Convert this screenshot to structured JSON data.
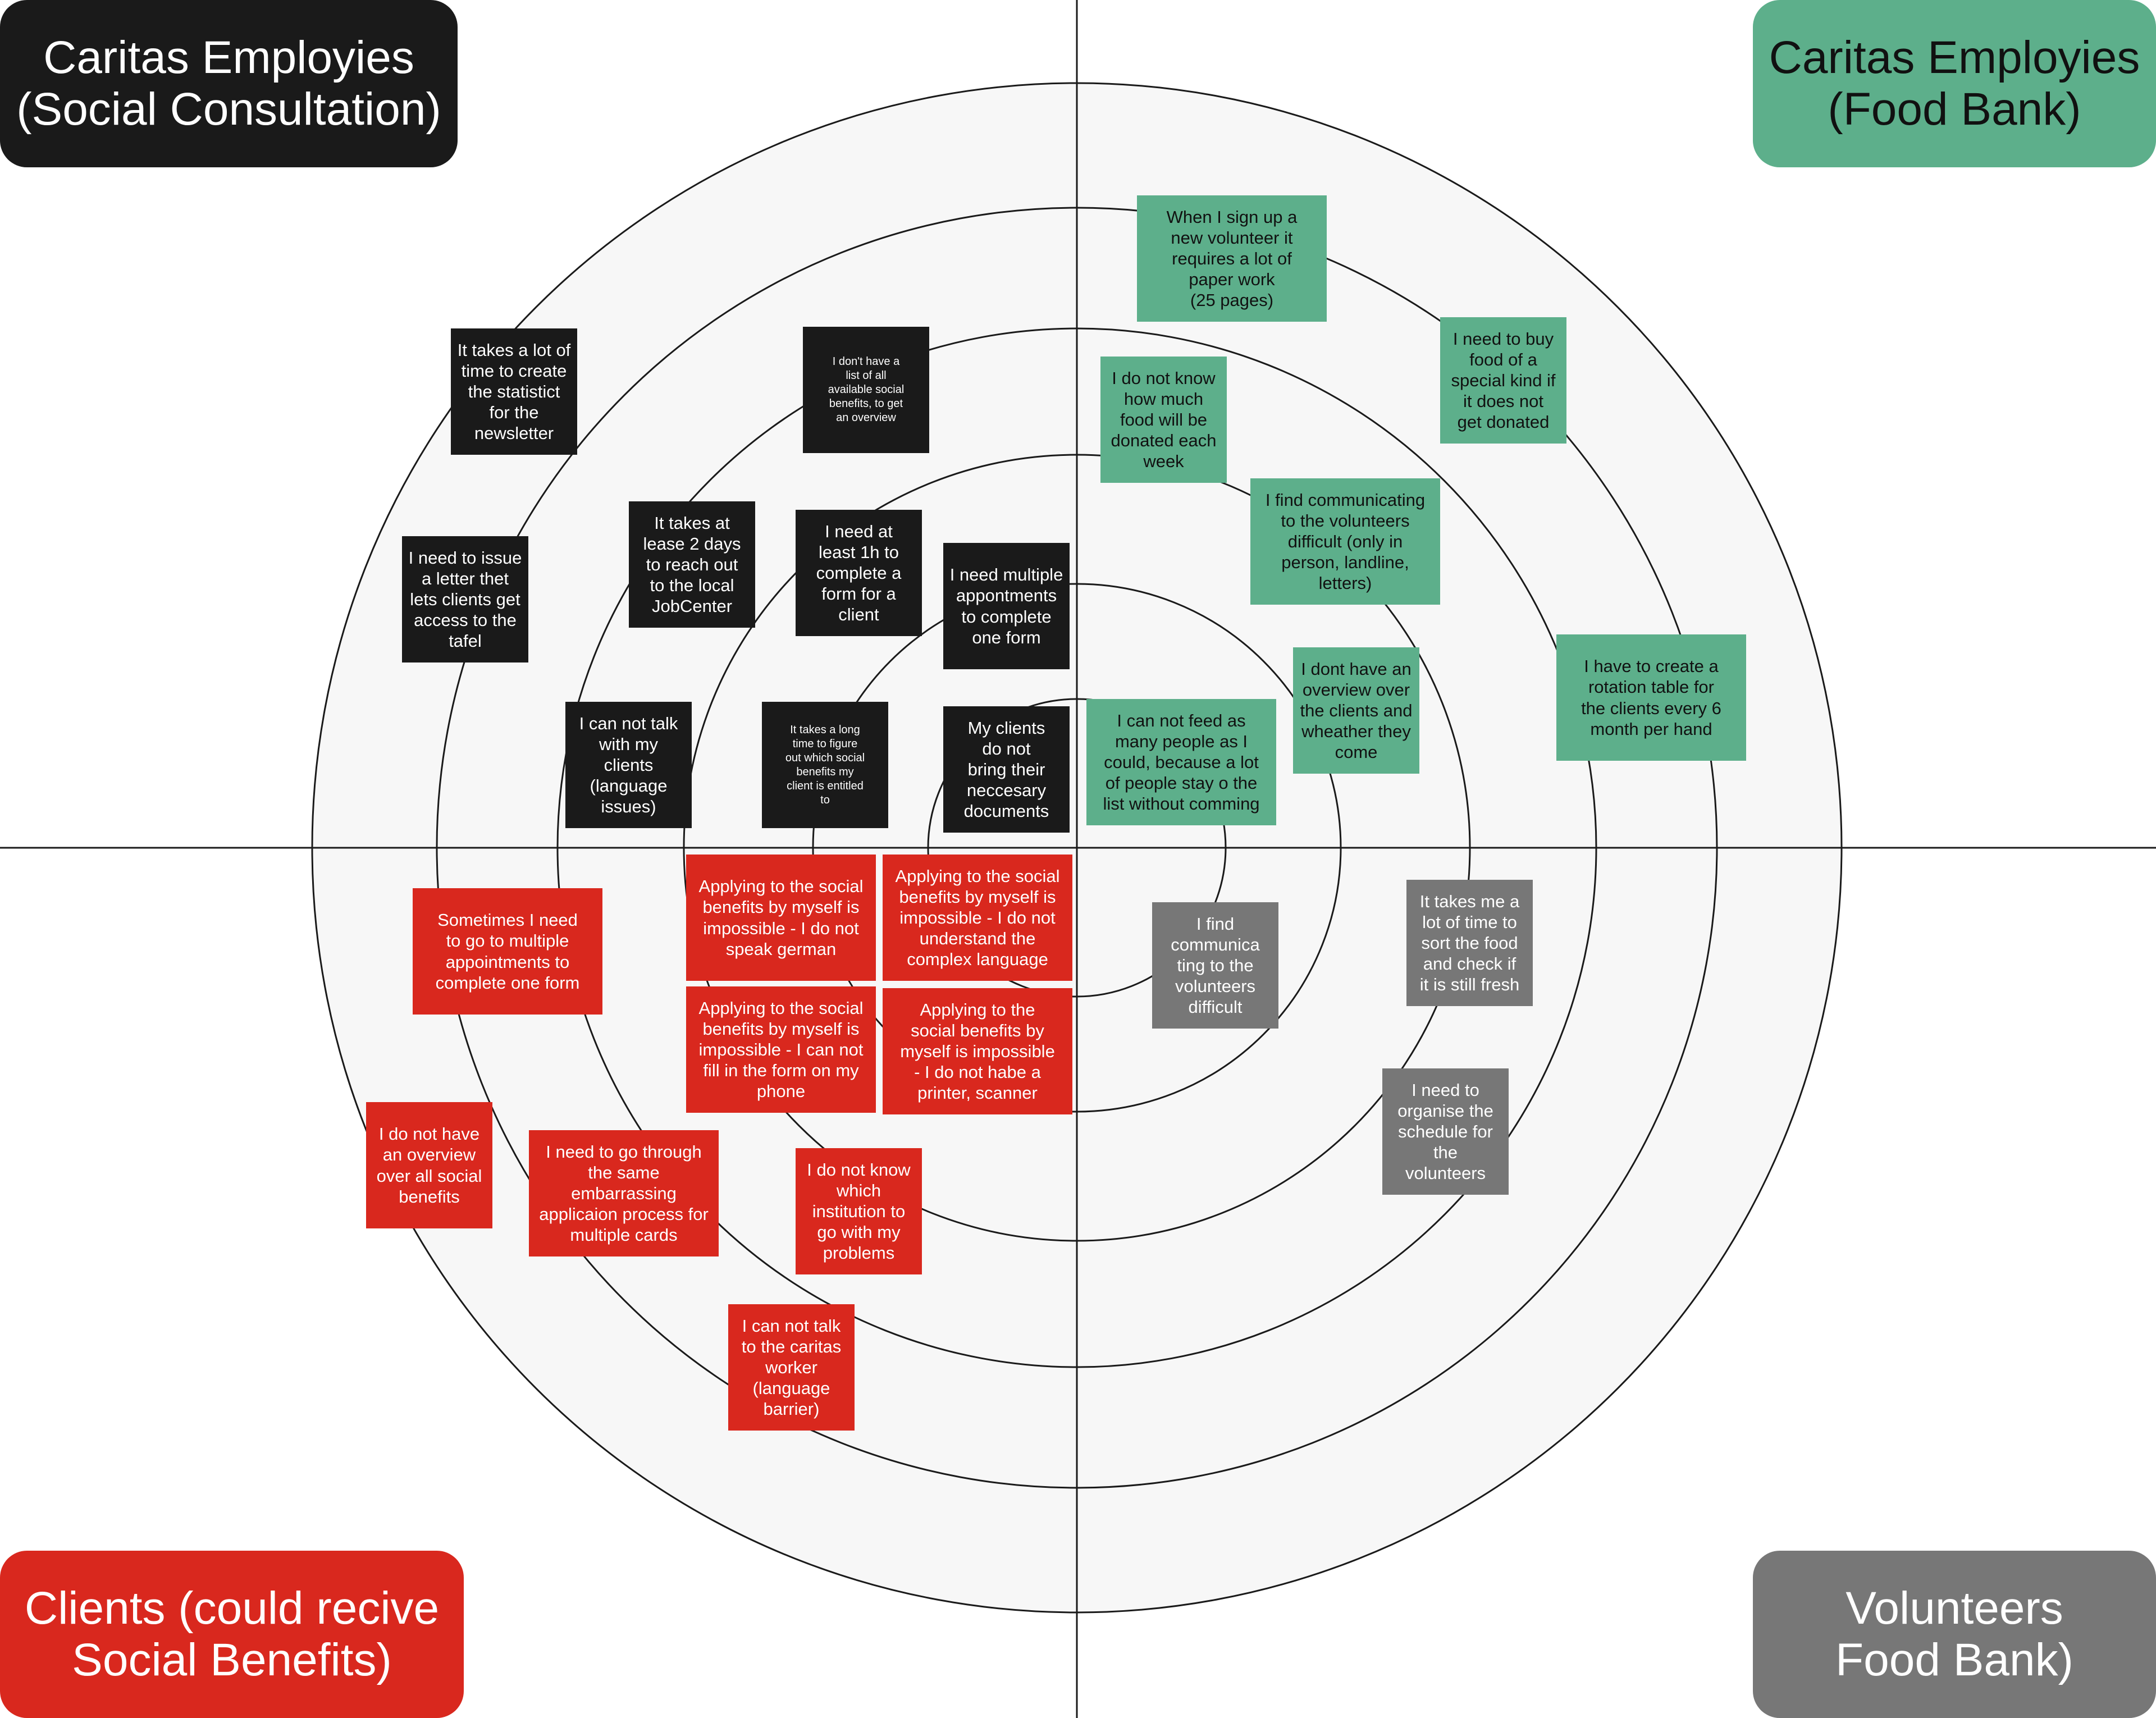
{
  "colors": {
    "black": "#1a1a1a",
    "green": "#5daf8b",
    "red": "#d9281e",
    "gray": "#777777",
    "circle_fill": "#f7f7f7",
    "line": "#1a1a1a"
  },
  "quadrants": {
    "top_left": "Caritas Employies\n(Social Consultation)",
    "top_right": "Caritas Employies\n(Food Bank)",
    "bottom_left": "Clients (could recive\nSocial Benefits)",
    "bottom_right": "Volunteers\nFood Bank)"
  },
  "notes": {
    "black": [
      "It takes a lot of\ntime to create\nthe statistict\nfor the\nnewsletter",
      "I don't have a\nlist of all\navailable social\nbenefits, to get\nan overview",
      "I need to issue\na letter thet\nlets clients get\naccess to the\ntafel",
      "It takes at\nlease 2 days\nto reach out\nto the local\nJobCenter",
      "I need at\nleast 1h to\ncomplete a\nform for a\nclient",
      "I need multiple\nappontments\nto complete\none form",
      "I can not talk\nwith my\nclients\n(language\nissues)",
      "It takes a long\ntime to figure\nout which social\nbenefits my\nclient is entitled\nto",
      "My clients\ndo not\nbring their\nneccesary\ndocuments"
    ],
    "green": [
      "When I sign up a\nnew volunteer it\nrequires a lot of\npaper work\n(25 pages)",
      "I need to buy\nfood of a\nspecial kind if\nit does not\nget donated",
      "I do not know\nhow much\nfood will be\ndonated each\nweek",
      "I find communicating\nto the volunteers\ndifficult (only in\nperson, landline,\nletters)",
      "I have to create a\nrotation table for\nthe clients every 6\nmonth per hand",
      "I dont have an\noverview over\nthe clients and\nwheather they\ncome",
      "I can not feed as\nmany people as I\ncould, because a lot\nof people stay o the\nlist without comming"
    ],
    "red": [
      "Applying to the social\nbenefits by myself is\nimpossible - I do not\nspeak german",
      "Applying to the social\nbenefits by myself is\nimpossible - I do not\nunderstand the\ncomplex language",
      "Sometimes I need\nto go to multiple\nappointments to\ncomplete one form",
      "Applying to the social\nbenefits by myself is\nimpossible - I can not\nfill in the form on my\nphone",
      "Applying to the\nsocial benefits by\nmyself is impossible\n- I do not habe a\nprinter, scanner",
      "I do not have\nan overview\nover all social\nbenefits",
      "I need to go through\nthe same embarrassing\napplicaion process for\nmultiple cards",
      "I do not know\nwhich\ninstitution to\ngo with my\nproblems",
      "I can not talk\nto the caritas\nworker\n(language\nbarrier)"
    ],
    "gray": [
      "I find\ncommunica\nting to the\nvolunteers\ndifficult",
      "It takes me a\nlot of time to\nsort the food\nand check if\nit is still fresh",
      "I need to\norganise the\nschedule for\nthe\nvolunteers"
    ]
  }
}
